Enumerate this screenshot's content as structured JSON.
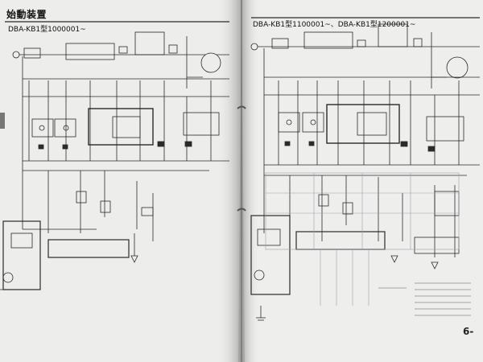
{
  "photo": {
    "left_page": {
      "section_title": "始動装置",
      "model_note": "DBA-KB1型1000001~"
    },
    "right_page": {
      "model_note": "DBA-KB1型1100001~、DBA-KB1型1200001~",
      "page_number": "6-"
    }
  },
  "colors": {
    "background": "#a9a9a9",
    "paper": "#efefed",
    "ink": "#2a2a2a"
  }
}
